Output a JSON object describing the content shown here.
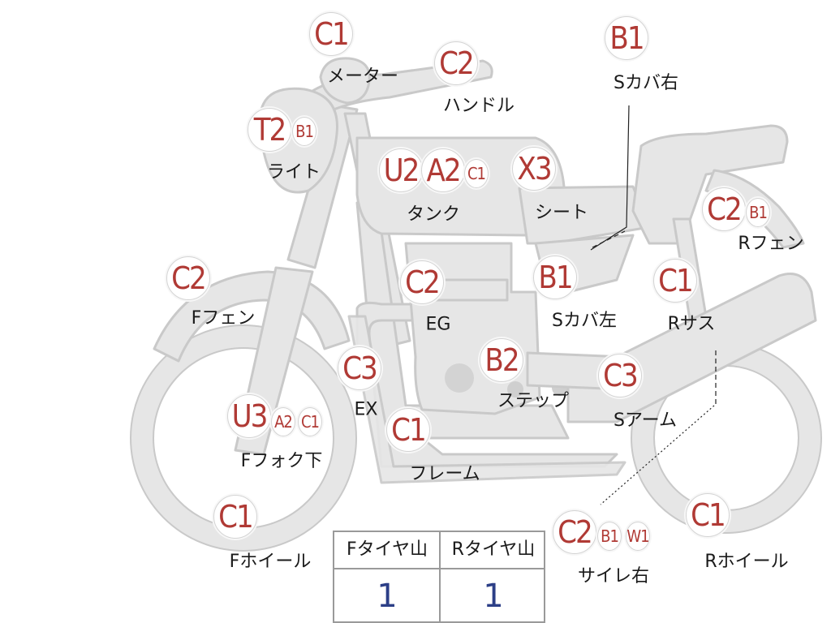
{
  "parts": [
    {
      "id": "meter",
      "label": "メーター",
      "codes": [
        {
          "text": "C1",
          "size": "big"
        }
      ]
    },
    {
      "id": "handle",
      "label": "ハンドル",
      "codes": [
        {
          "text": "C2",
          "size": "big"
        }
      ]
    },
    {
      "id": "light",
      "label": "ライト",
      "codes": [
        {
          "text": "T2",
          "size": "big"
        },
        {
          "text": "B1",
          "size": "small"
        }
      ]
    },
    {
      "id": "tank",
      "label": "タンク",
      "codes": [
        {
          "text": "U2",
          "size": "big"
        },
        {
          "text": "A2",
          "size": "big"
        },
        {
          "text": "C1",
          "size": "small"
        }
      ]
    },
    {
      "id": "seat",
      "label": "シート",
      "codes": [
        {
          "text": "X3",
          "size": "big"
        }
      ]
    },
    {
      "id": "scover-right",
      "label": "Sカバ右",
      "codes": [
        {
          "text": "B1",
          "size": "big"
        }
      ]
    },
    {
      "id": "rfender",
      "label": "Rフェン",
      "codes": [
        {
          "text": "C2",
          "size": "big"
        },
        {
          "text": "B1",
          "size": "small"
        }
      ]
    },
    {
      "id": "ffender",
      "label": "Fフェン",
      "codes": [
        {
          "text": "C2",
          "size": "big"
        }
      ]
    },
    {
      "id": "engine",
      "label": "EG",
      "codes": [
        {
          "text": "C2",
          "size": "big"
        }
      ]
    },
    {
      "id": "scover-left",
      "label": "Sカバ左",
      "codes": [
        {
          "text": "B1",
          "size": "big"
        }
      ]
    },
    {
      "id": "rsus",
      "label": "Rサス",
      "codes": [
        {
          "text": "C1",
          "size": "big"
        }
      ]
    },
    {
      "id": "exhaust",
      "label": "EX",
      "codes": [
        {
          "text": "C3",
          "size": "big"
        }
      ]
    },
    {
      "id": "step",
      "label": "ステップ",
      "codes": [
        {
          "text": "B2",
          "size": "big"
        }
      ]
    },
    {
      "id": "sarm",
      "label": "Sアーム",
      "codes": [
        {
          "text": "C3",
          "size": "big"
        }
      ]
    },
    {
      "id": "ffork-lower",
      "label": "Fフォク下",
      "codes": [
        {
          "text": "U3",
          "size": "big"
        },
        {
          "text": "A2",
          "size": "small"
        },
        {
          "text": "C1",
          "size": "small"
        }
      ]
    },
    {
      "id": "frame",
      "label": "フレーム",
      "codes": [
        {
          "text": "C1",
          "size": "big"
        }
      ]
    },
    {
      "id": "fwheel",
      "label": "Fホイール",
      "codes": [
        {
          "text": "C1",
          "size": "big"
        }
      ]
    },
    {
      "id": "silencer-right",
      "label": "サイレ右",
      "codes": [
        {
          "text": "C2",
          "size": "big"
        },
        {
          "text": "B1",
          "size": "small"
        },
        {
          "text": "W1",
          "size": "small"
        }
      ]
    },
    {
      "id": "rwheel",
      "label": "Rホイール",
      "codes": [
        {
          "text": "C1",
          "size": "big"
        }
      ]
    }
  ],
  "tire_table": {
    "front_header": "Fタイヤ山",
    "rear_header": "Rタイヤ山",
    "front_value": "1",
    "rear_value": "1"
  },
  "colors": {
    "body_fill": "#e6e6e6",
    "body_stroke": "#c9c9c9",
    "code_text": "#b03a35",
    "table_value": "#2c3f87"
  }
}
